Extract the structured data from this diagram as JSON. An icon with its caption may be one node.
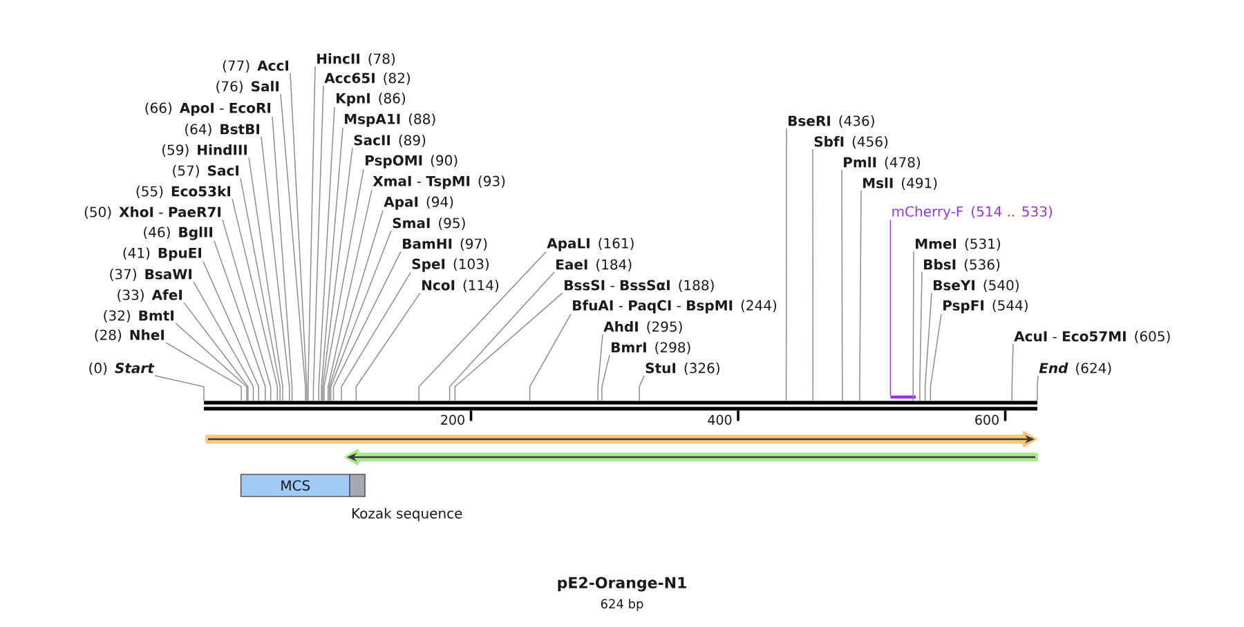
{
  "diagram": {
    "title": "pE2-Orange-N1",
    "nodes": [
      {
        "text": [
          "(0)",
          "Start"
        ]
      },
      {
        "text": [
          "(28)",
          "NheI"
        ]
      },
      {
        "text": [
          "(32)",
          "BmtI"
        ]
      },
      {
        "text": [
          "(33)",
          "AfeI"
        ]
      },
      {
        "text": [
          "(37)",
          "BsaWI"
        ]
      },
      {
        "text": [
          "(41)",
          "BpuEI"
        ]
      },
      {
        "text": [
          "(46)",
          "BglII"
        ]
      },
      {
        "text": [
          "(50)",
          "**XhoI** - **PaeR7I**"
        ]
      },
      {
        "text": [
          "(55)",
          "Eco53kI"
        ]
      },
      {
        "text": [
          "(57)",
          "SacI"
        ]
      },
      {
        "text": [
          "(59)",
          "HindIII"
        ]
      },
      {
        "text": [
          "(64)",
          "BstBI"
        ]
      },
      {
        "text": [
          "(66)",
          "**ApoI** - **EcoRI**"
        ]
      },
      {
        "text": [
          "(76)",
          "SalI"
        ]
      },
      {
        "text": [
          "(77)",
          "AccI"
        ]
      },
      {
        "text": [
          "HincII",
          "(78)"
        ]
      },
      {
        "text": [
          "Acc65I",
          "(82)"
        ]
      },
      {
        "text": [
          "KpnI",
          "(86)"
        ]
      },
      {
        "text": [
          "MspA1I",
          "(88)"
        ]
      },
      {
        "text": [
          "SacII",
          "(89)"
        ]
      },
      {
        "text": [
          "PspOMI",
          "(90)"
        ]
      },
      {
        "text": [
          "**XmaI** - **TspMI**",
          "(93)"
        ]
      },
      {
        "text": [
          "ApaI",
          "(94)"
        ]
      },
      {
        "text": [
          "SmaI",
          "(95)"
        ]
      },
      {
        "text": [
          "BamHI",
          "(97)"
        ]
      },
      {
        "text": [
          "SpeI",
          "(103)"
        ]
      },
      {
        "text": [
          "NcoI",
          "(114)"
        ]
      },
      {
        "text": [
          "ApaLI",
          "(161)"
        ]
      },
      {
        "text": [
          "EaeI",
          "(184)"
        ]
      },
      {
        "text": [
          "**BssSI** - **BssSαI**",
          "(188)"
        ]
      },
      {
        "text": [
          "**BfuAI** - **PaqCI** - **BspMI**",
          "(244)"
        ]
      },
      {
        "text": [
          "AhdI",
          "(295)"
        ]
      },
      {
        "text": [
          "BmrI",
          "(298)"
        ]
      },
      {
        "text": [
          "StuI",
          "(326)"
        ]
      },
      {
        "text": [
          "BseRI",
          "(436)"
        ]
      },
      {
        "text": [
          "SbfI",
          "(456)"
        ]
      },
      {
        "text": [
          "PmlI",
          "(478)"
        ]
      },
      {
        "text": [
          "MslI",
          "(491)"
        ]
      },
      {
        "text": [
          "mCherry-F",
          "(514 .. 533)"
        ]
      },
      {
        "text": [
          "MmeI",
          "(531)"
        ]
      },
      {
        "text": [
          "BbsI",
          "(536)"
        ]
      },
      {
        "text": [
          "BseYI",
          "(540)"
        ]
      },
      {
        "text": [
          "PspFI",
          "(544)"
        ]
      },
      {
        "text": [
          "**AcuI** - **Eco57MI**",
          "(605)"
        ]
      },
      {
        "text": [
          "End",
          "(624)"
        ]
      },
      {
        "text": [],
        "shape": "bar"
      },
      {
        "text": [],
        "shape": "bar"
      },
      {
        "text": [],
        "shape": "band"
      },
      {
        "text": [],
        "shape": "band"
      },
      {
        "text": [
          "MCS"
        ]
      },
      {
        "text": [],
        "beside": [
          "Kozak sequence"
        ],
        "shape": "box"
      }
    ],
    "edges": [
      {
        "from": 0,
        "to": 46,
        "arrow": "none"
      },
      {
        "from": 1,
        "to": 46,
        "arrow": "none"
      },
      {
        "from": 2,
        "to": 46,
        "arrow": "none"
      },
      {
        "from": 3,
        "to": 46,
        "arrow": "none"
      },
      {
        "from": 4,
        "to": 46,
        "arrow": "none"
      },
      {
        "from": 5,
        "to": 46,
        "arrow": "none"
      },
      {
        "from": 6,
        "to": 46,
        "arrow": "none"
      },
      {
        "from": 7,
        "to": 46,
        "arrow": "none"
      },
      {
        "from": 8,
        "to": 46,
        "arrow": "none"
      },
      {
        "from": 9,
        "to": 46,
        "arrow": "none"
      },
      {
        "from": 10,
        "to": 46,
        "arrow": "none"
      },
      {
        "from": 11,
        "to": 46,
        "arrow": "none"
      },
      {
        "from": 12,
        "to": 46,
        "arrow": "none"
      },
      {
        "from": 13,
        "to": 46,
        "arrow": "none"
      },
      {
        "from": 14,
        "to": 46,
        "arrow": "none"
      },
      {
        "from": 15,
        "to": 46,
        "arrow": "none"
      },
      {
        "from": 16,
        "to": 46,
        "arrow": "none"
      },
      {
        "from": 17,
        "to": 46,
        "arrow": "none"
      },
      {
        "from": 18,
        "to": 46,
        "arrow": "none"
      },
      {
        "from": 19,
        "to": 46,
        "arrow": "none"
      },
      {
        "from": 20,
        "to": 46,
        "arrow": "none"
      },
      {
        "from": 21,
        "to": 46,
        "arrow": "none"
      },
      {
        "from": 22,
        "to": 46,
        "arrow": "none"
      },
      {
        "from": 23,
        "to": 46,
        "arrow": "none"
      },
      {
        "from": 24,
        "to": 46,
        "arrow": "none"
      },
      {
        "from": 25,
        "to": 46,
        "arrow": "none"
      },
      {
        "from": 26,
        "to": 46,
        "arrow": "none"
      },
      {
        "from": 27,
        "to": 46,
        "arrow": "none"
      },
      {
        "from": 28,
        "to": 46,
        "arrow": "none"
      },
      {
        "from": 29,
        "to": 46,
        "arrow": "none"
      },
      {
        "from": 30,
        "to": 46,
        "arrow": "none"
      },
      {
        "from": 31,
        "to": 46,
        "arrow": "none"
      },
      {
        "from": 32,
        "to": 46,
        "arrow": "none"
      },
      {
        "from": 33,
        "to": 46,
        "arrow": "none"
      },
      {
        "from": 34,
        "to": 46,
        "arrow": "none"
      },
      {
        "from": 35,
        "to": 46,
        "arrow": "none"
      },
      {
        "from": 36,
        "to": 46,
        "arrow": "none"
      },
      {
        "from": 37,
        "to": 46,
        "arrow": "none"
      },
      {
        "from": 38,
        "to": 45,
        "arrow": "none",
        "color": "#9933e6"
      },
      {
        "from": 39,
        "to": 46,
        "arrow": "none"
      },
      {
        "from": 40,
        "to": 46,
        "arrow": "none"
      },
      {
        "from": 41,
        "to": 46,
        "arrow": "none"
      },
      {
        "from": 42,
        "to": 46,
        "arrow": "none"
      },
      {
        "from": 43,
        "to": 46,
        "arrow": "none"
      },
      {
        "from": 44,
        "to": 46,
        "arrow": "none"
      }
    ],
    "labels": [
      "200",
      "400",
      "600",
      "624 bp"
    ]
  }
}
